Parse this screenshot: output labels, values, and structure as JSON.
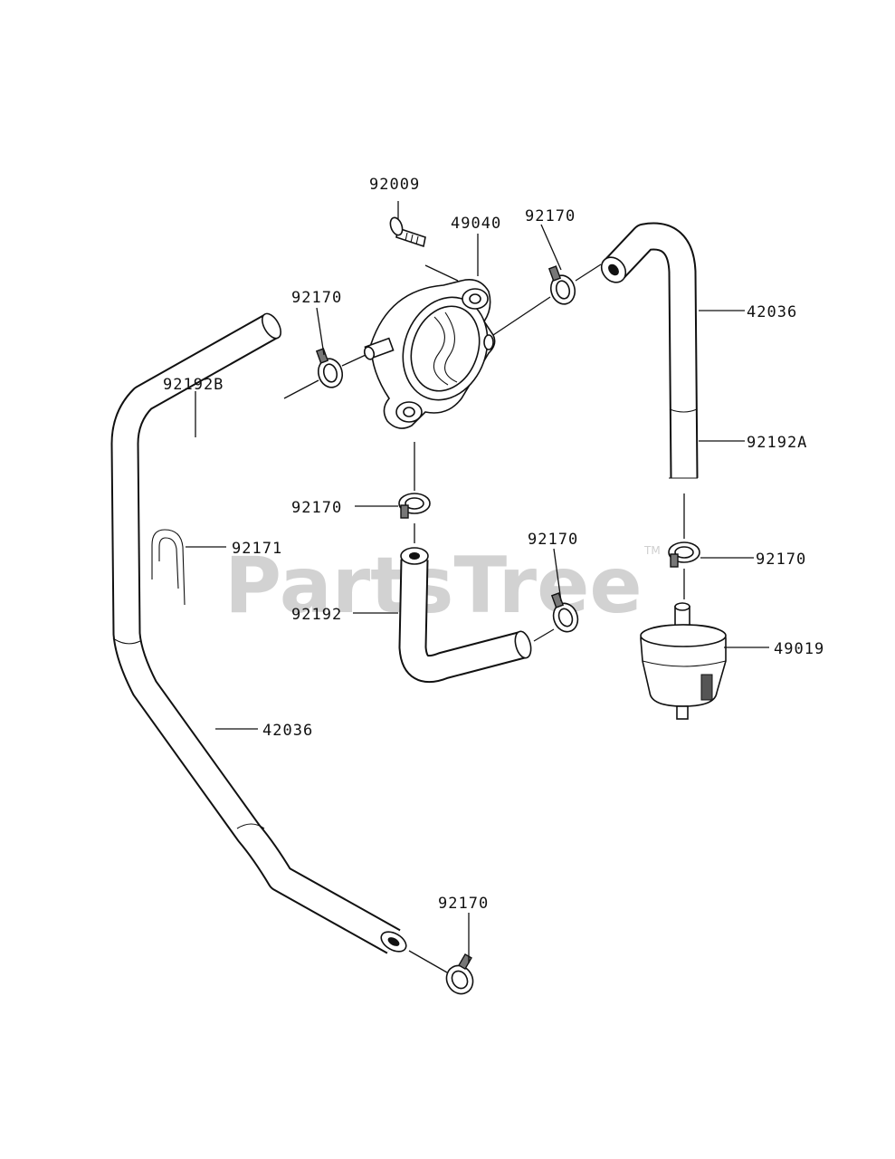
{
  "watermark": {
    "text": "PartsTree",
    "trademark": "TM"
  },
  "parts": [
    {
      "id": "p-92009",
      "label": "92009"
    },
    {
      "id": "p-49040",
      "label": "49040"
    },
    {
      "id": "p-92170-a",
      "label": "92170"
    },
    {
      "id": "p-92170-b",
      "label": "92170"
    },
    {
      "id": "p-42036-a",
      "label": "42036"
    },
    {
      "id": "p-92192B",
      "label": "92192B"
    },
    {
      "id": "p-92192A",
      "label": "92192A"
    },
    {
      "id": "p-92170-c",
      "label": "92170"
    },
    {
      "id": "p-92171",
      "label": "92171"
    },
    {
      "id": "p-92170-d",
      "label": "92170"
    },
    {
      "id": "p-92170-e",
      "label": "92170"
    },
    {
      "id": "p-92192",
      "label": "92192"
    },
    {
      "id": "p-49019",
      "label": "49019"
    },
    {
      "id": "p-42036-b",
      "label": "42036"
    },
    {
      "id": "p-92170-f",
      "label": "92170"
    }
  ]
}
